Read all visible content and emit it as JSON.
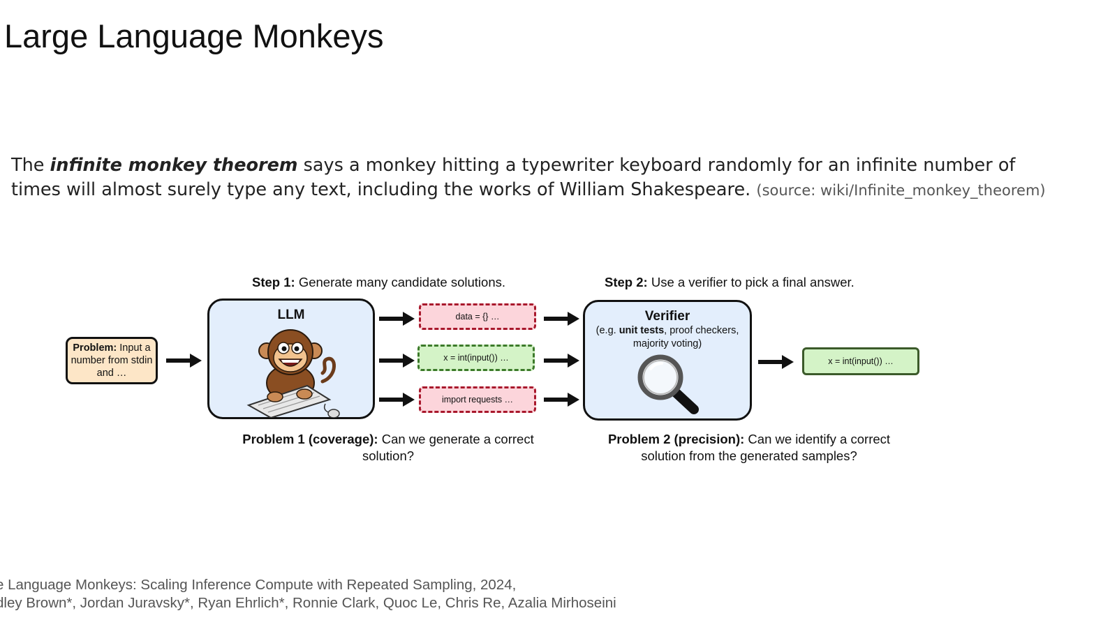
{
  "slide": {
    "title": "Large Language Monkeys",
    "lead_pre": "The ",
    "lead_em": "infinite monkey theorem",
    "lead_post": " says a monkey hitting a typewriter keyboard randomly for an infinite number of times will almost surely type any text, including the works of William Shakespeare. ",
    "lead_source": "(source: wiki/Infinite_monkey_theorem)",
    "citation_line1": "e Language Monkeys: Scaling Inference Compute with Repeated Sampling, 2024,",
    "citation_line2": "dley Brown*, Jordan Juravsky*, Ryan Ehrlich*, Ronnie Clark, Quoc Le, Chris Re, Azalia Mirhoseini"
  },
  "diagram": {
    "step1_bold": "Step 1:",
    "step1_text": " Generate many candidate solutions.",
    "step2_bold": "Step 2:",
    "step2_text": " Use a verifier to pick a final answer.",
    "problem_bold": "Problem:",
    "problem_text": " Input a number from stdin and …",
    "llm_label": "LLM",
    "candidates": [
      {
        "text": "data = {} …",
        "status": "incorrect"
      },
      {
        "text": "x = int(input()) …",
        "status": "correct"
      },
      {
        "text": "import requests …",
        "status": "incorrect"
      }
    ],
    "verifier_title": "Verifier",
    "verifier_sub_pre": "(e.g. ",
    "verifier_sub_bold": "unit tests",
    "verifier_sub_post": ", proof checkers, majority voting)",
    "final_answer": "x = int(input()) …",
    "problem1_bold": "Problem 1 (coverage):",
    "problem1_text": " Can we generate a correct solution?",
    "problem2_bold": "Problem 2 (precision):",
    "problem2_text": " Can we identify a correct solution from the generated samples?",
    "colors": {
      "panel": "#e3eefc",
      "problem_box": "#fde6c7",
      "incorrect_fill": "#fcd5db",
      "incorrect_border": "#a8182c",
      "correct_fill": "#d4f3c7",
      "correct_border": "#3c7a2a"
    }
  }
}
